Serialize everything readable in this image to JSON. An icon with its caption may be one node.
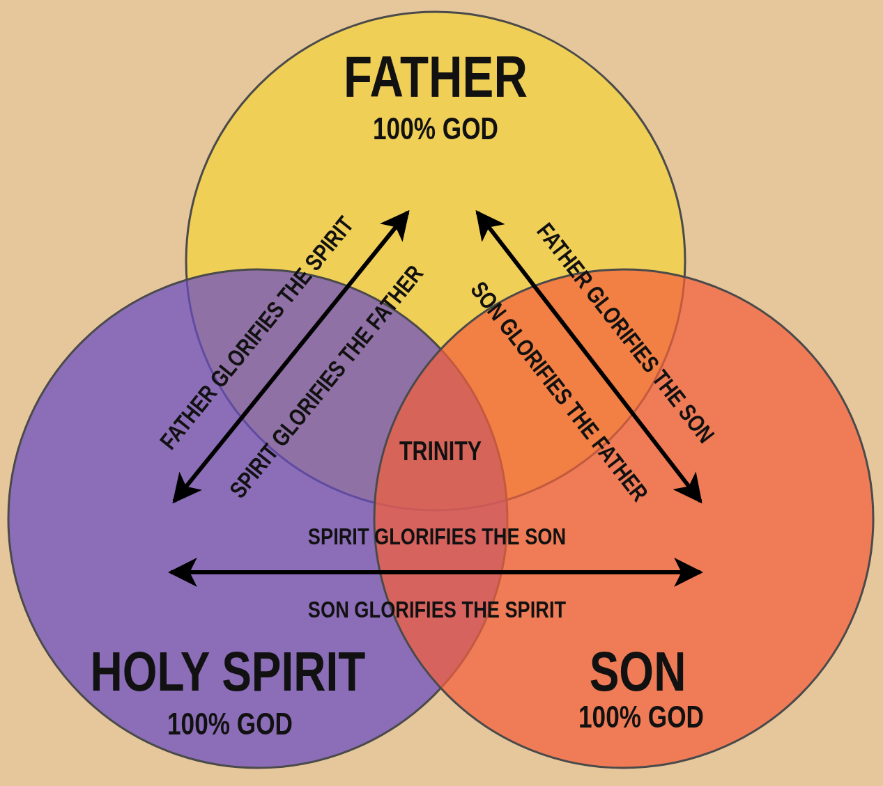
{
  "diagram": {
    "nodes": [
      {
        "text": [
          "FATHER",
          "100% GOD"
        ]
      },
      {
        "text": [
          "HOLY SPIRIT",
          "100% GOD"
        ]
      },
      {
        "text": [
          "SON",
          "100% GOD"
        ]
      }
    ],
    "edges": [
      {
        "from": 0,
        "to": 1,
        "arrow": "both",
        "label": "FATHER GLORIFIES THE SPIRIT"
      },
      {
        "from": 0,
        "to": 2,
        "arrow": "both",
        "label": "FATHER GLORIFIES THE SON"
      },
      {
        "from": 1,
        "to": 2,
        "arrow": "both",
        "label": "SPIRIT GLORIFIES THE SON"
      }
    ],
    "labels": [
      "SPIRIT GLORIFIES THE FATHER",
      "SON GLORIFIES THE FATHER",
      "TRINITY",
      "SON GLORIFIES THE SPIRIT"
    ]
  }
}
